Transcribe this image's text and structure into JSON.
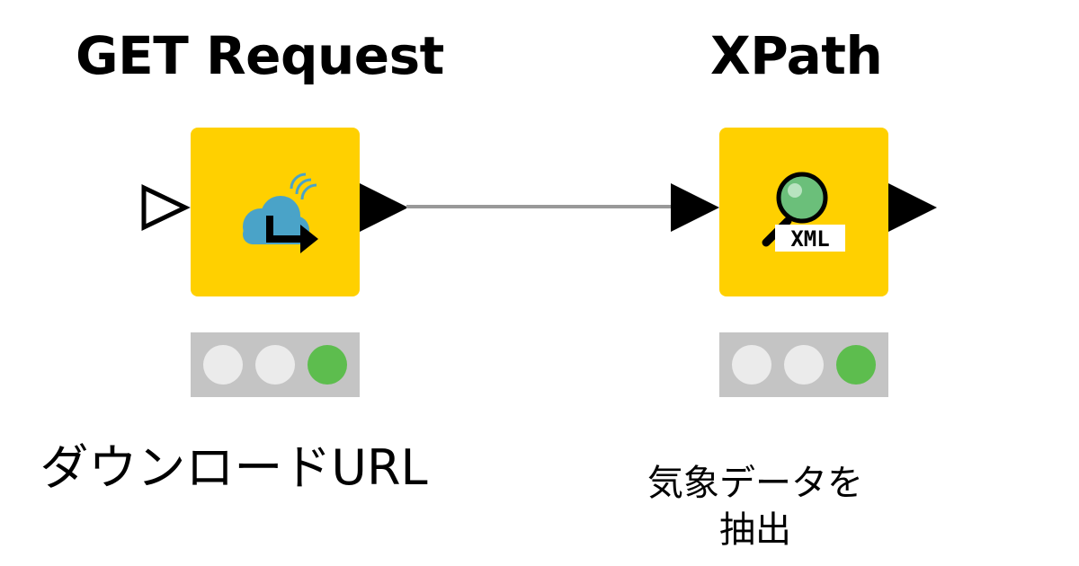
{
  "nodes": [
    {
      "title": "GET Request",
      "icon": "cloud-arrow-icon",
      "status": [
        "inactive",
        "inactive",
        "executed"
      ],
      "label": "ダウンロードURL"
    },
    {
      "title": "XPath",
      "icon": "xml-magnifier-icon",
      "status": [
        "inactive",
        "inactive",
        "executed"
      ],
      "label_line1": "気象データを",
      "label_line2": "抽出"
    }
  ],
  "colors": {
    "node_fill": "#ffd000",
    "status_bg": "#c4c4c4",
    "light_off": "#ebebeb",
    "light_on": "#5dbd4e",
    "connection": "#999999"
  }
}
